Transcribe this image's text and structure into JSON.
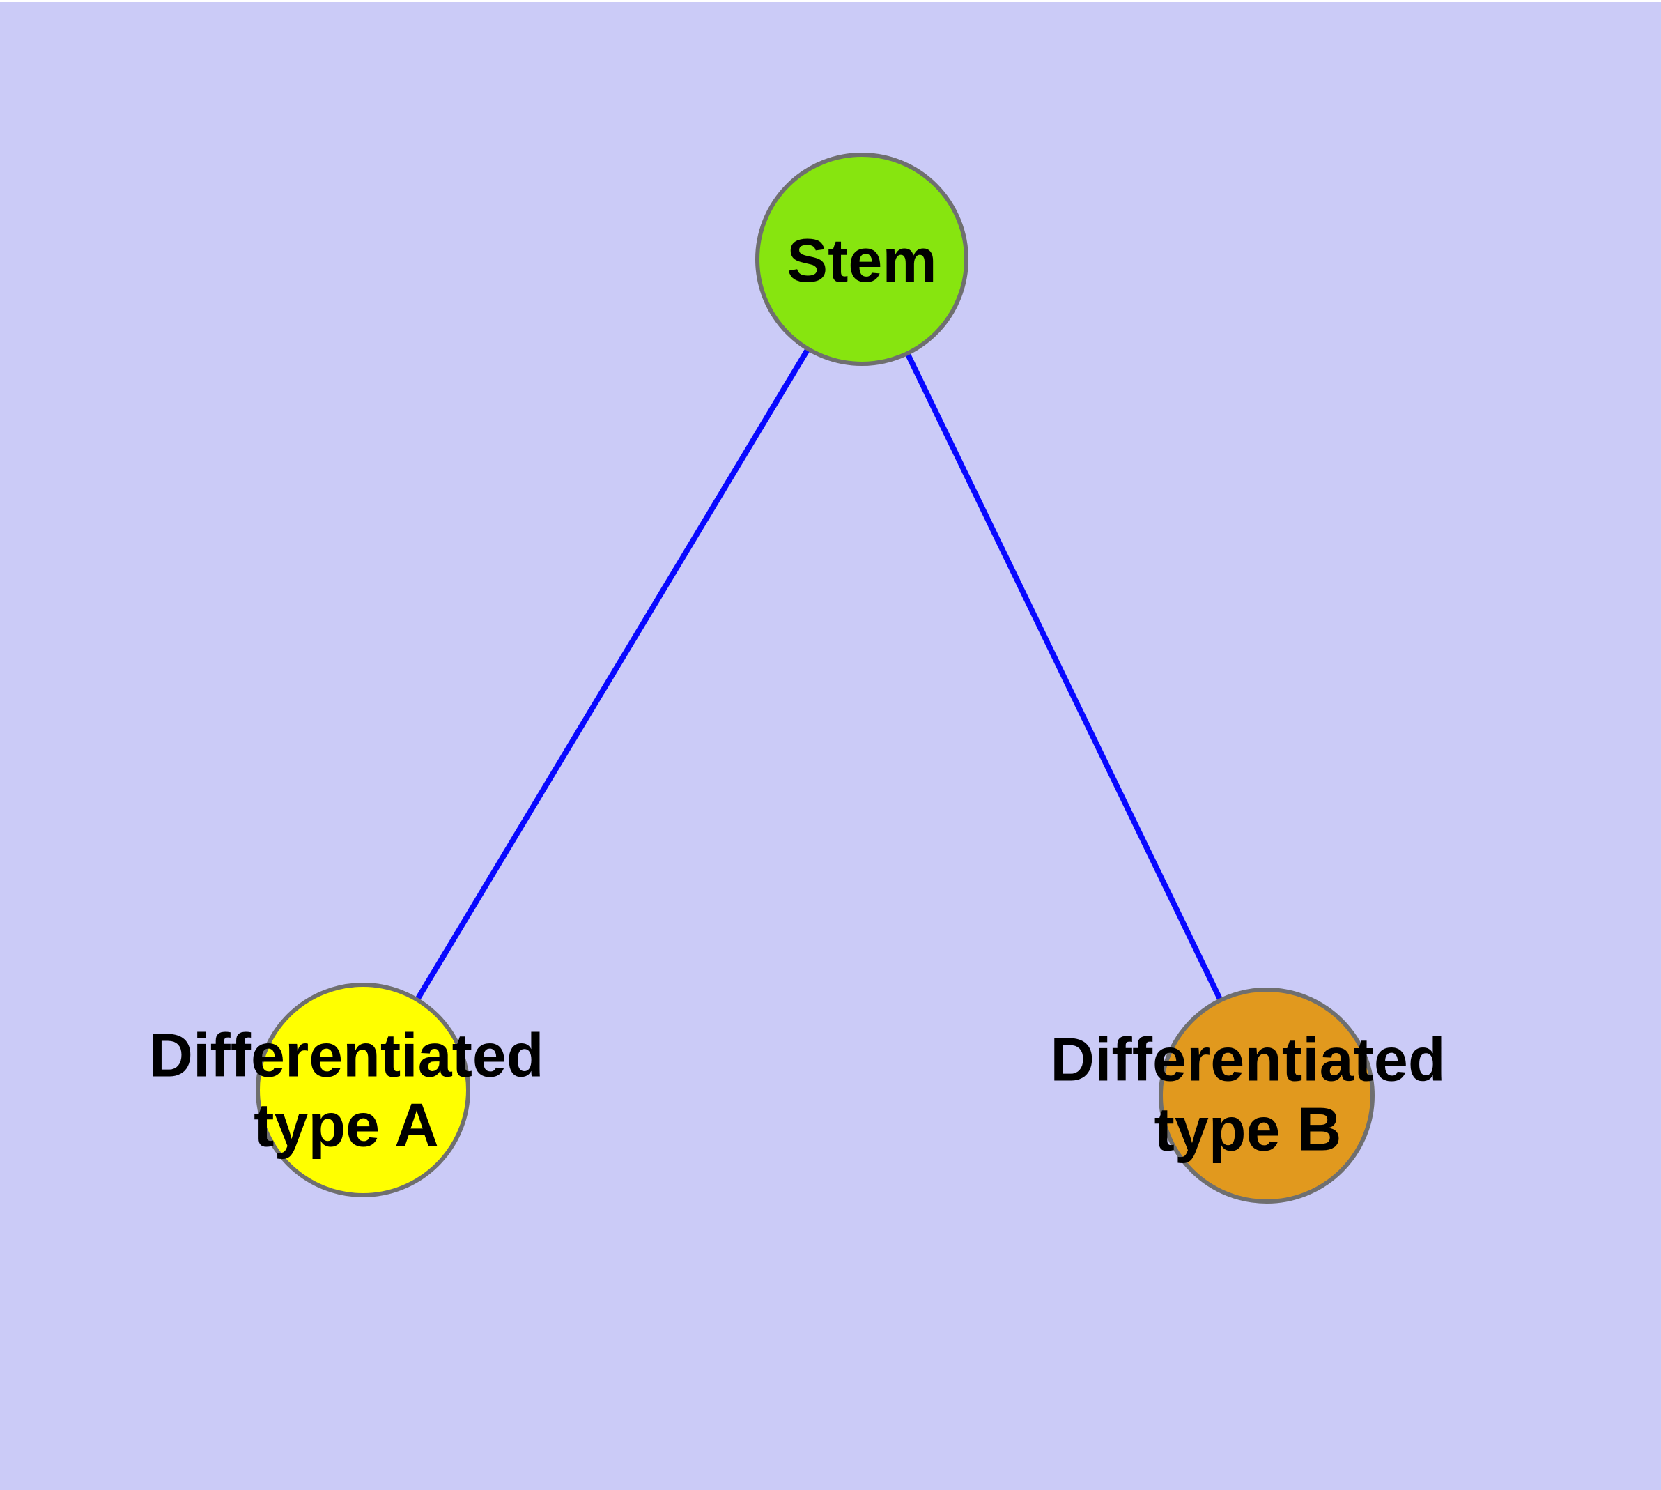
{
  "diagram": {
    "type": "graph",
    "background_color": "#CBCBF7",
    "node_border_color": "#6F6F6F",
    "text_color": "#000000",
    "edge_color": "#0808FF",
    "nodes": [
      {
        "id": "stem",
        "label": "Stem",
        "fill": "#87E50F"
      },
      {
        "id": "differentiated-type-a",
        "label": "Differentiated\ntype A",
        "fill": "#FFFF00"
      },
      {
        "id": "differentiated-type-b",
        "label": "Differentiated\ntype B",
        "fill": "#E1991E"
      }
    ],
    "edges": [
      {
        "from": "stem",
        "to": "differentiated-type-a",
        "color": "#0808FF"
      },
      {
        "from": "stem",
        "to": "differentiated-type-b",
        "color": "#0808FF"
      }
    ]
  }
}
